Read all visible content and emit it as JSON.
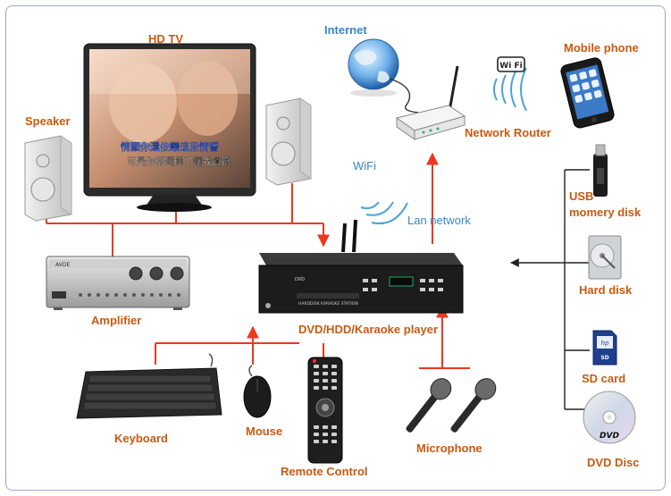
{
  "labels": {
    "hd_tv": "HD TV",
    "internet": "Internet",
    "mobile_phone": "Mobile phone",
    "speaker": "Speaker",
    "network_router": "Network Router",
    "wifi_signal": "WiFi",
    "wifi_badge": "Wi Fi",
    "lan_network": "Lan network",
    "usb_line1": "USB",
    "usb_line2": "momery disk",
    "amplifier": "Amplifier",
    "hard_disk": "Hard disk",
    "player": "DVD/HDD/Karaoke player",
    "sd_card": "SD card",
    "keyboard": "Keyboard",
    "mouse": "Mouse",
    "microphone": "Microphone",
    "remote_control": "Remote Control",
    "dvd_disc": "DVD Disc"
  },
  "tv_subtitles": {
    "line1": "情願你還依戀這段情誓",
    "line2": "可是你卻選擇了讓我遺憾"
  },
  "device_text": {
    "player_brand": "HARDDISK KARAOKE STATION",
    "player_dvd": "DVD",
    "sd_logo": "hp",
    "sd_text": "SD",
    "dvd_logo": "DVD",
    "amp_brand": "AVDE"
  },
  "colors": {
    "connector_red": "#e8391f",
    "arrow_black": "#222222",
    "label_orange": "#c85a10",
    "label_blue": "#3a86c8",
    "frame_border": "#9aa6d6"
  }
}
